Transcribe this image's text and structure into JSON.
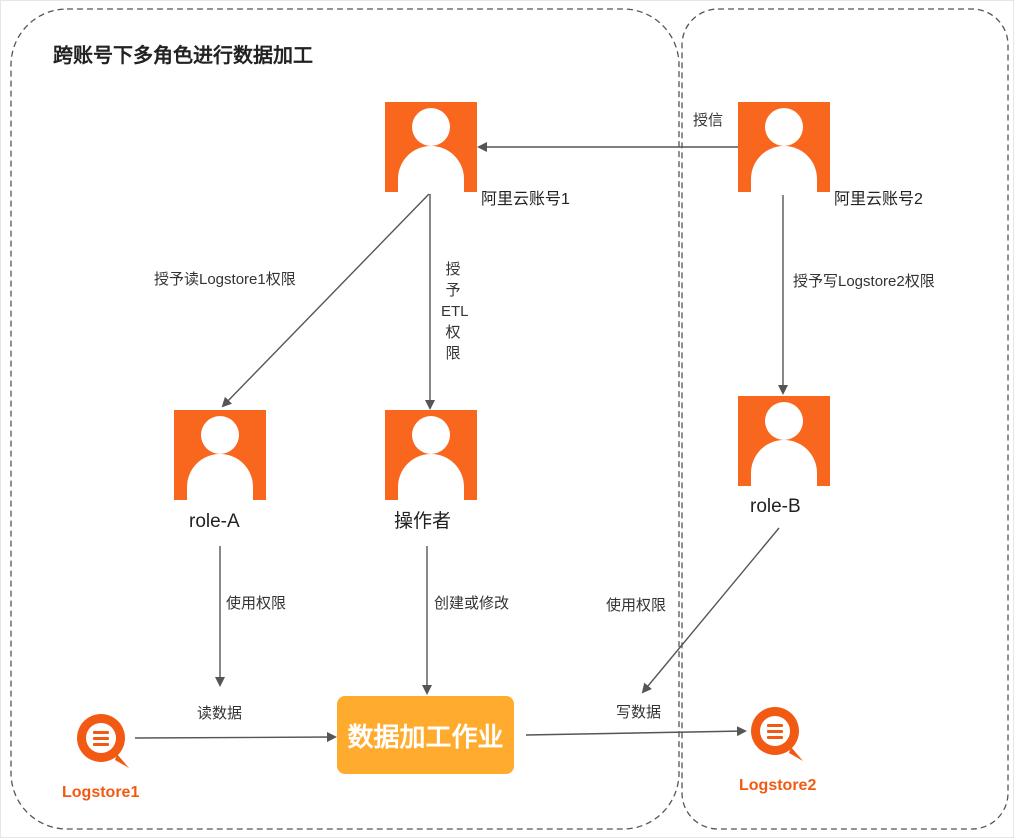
{
  "title": "跨账号下多角色进行数据加工",
  "accounts": {
    "account1": "阿里云账号1",
    "account2": "阿里云账号2"
  },
  "roles": {
    "roleA": "role-A",
    "operator": "操作者",
    "roleB": "role-B"
  },
  "edge_labels": {
    "grant": "授信",
    "grant_read": "授予读Logstore1权限",
    "grant_etl": [
      "授",
      "予",
      "ETL",
      "权",
      "限"
    ],
    "grant_write": "授予写Logstore2权限",
    "use_perm_a": "使用权限",
    "create_modify": "创建或修改",
    "use_perm_b": "使用权限",
    "read_data": "读数据",
    "write_data": "写数据"
  },
  "job": "数据加工作业",
  "stores": {
    "store1": "Logstore1",
    "store2": "Logstore2"
  },
  "colors": {
    "user_icon": "#f9661d",
    "job": "#ffab2e",
    "store": "#f25a14",
    "line": "#555555",
    "border": "#555555"
  }
}
